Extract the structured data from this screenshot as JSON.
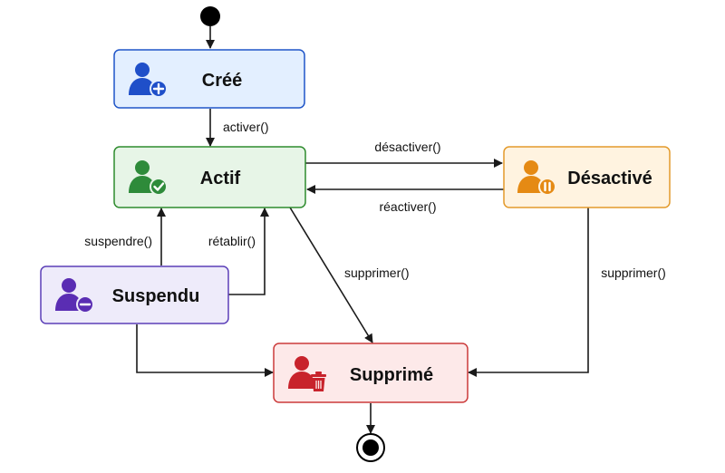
{
  "diagram": {
    "states": {
      "cree": {
        "label": "Créé",
        "icon": "user-add-icon",
        "fill": "#e3efff",
        "stroke": "#1f55c8",
        "icon_color": "#1f4fc9"
      },
      "actif": {
        "label": "Actif",
        "icon": "user-check-icon",
        "fill": "#e7f5e7",
        "stroke": "#2e8b2e",
        "icon_color": "#2e8b3a"
      },
      "desactive": {
        "label": "Désactivé",
        "icon": "user-pause-icon",
        "fill": "#fff3e0",
        "stroke": "#e39a2b",
        "icon_color": "#e58a14"
      },
      "suspendu": {
        "label": "Suspendu",
        "icon": "user-remove-icon",
        "fill": "#eeebfa",
        "stroke": "#5b3fb8",
        "icon_color": "#5a2db3"
      },
      "supprime": {
        "label": "Supprimé",
        "icon": "user-delete-icon",
        "fill": "#fde9e9",
        "stroke": "#cc3b3b",
        "icon_color": "#c8232c"
      }
    },
    "transitions": {
      "activer": "activer()",
      "desactiver": "désactiver()",
      "reactiver": "réactiver()",
      "suspendre": "suspendre()",
      "retablir": "rétablir()",
      "supprimer_actif": "supprimer()",
      "supprimer_desactive": "supprimer()"
    }
  }
}
